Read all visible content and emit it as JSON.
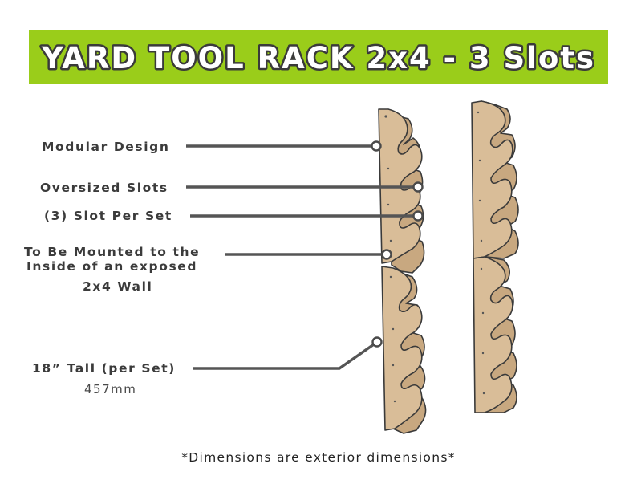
{
  "title": "YARD TOOL RACK 2x4 - 3 Slots",
  "callouts": {
    "modular": "Modular Design",
    "oversized": "Oversized Slots",
    "slot_per_set": "(3) Slot Per Set",
    "mounted_line1": "To Be Mounted to the",
    "mounted_line2": "Inside of an exposed",
    "mounted_line3": "2x4 Wall",
    "tall": "18” Tall (per Set)",
    "tall_metric": "457mm"
  },
  "footnote": "*Dimensions are exterior dimensions*",
  "colors": {
    "banner": "#9acd1a",
    "wood": "#d9bd98",
    "wood_shade": "#c8a880",
    "outline": "#3a3a3a"
  }
}
